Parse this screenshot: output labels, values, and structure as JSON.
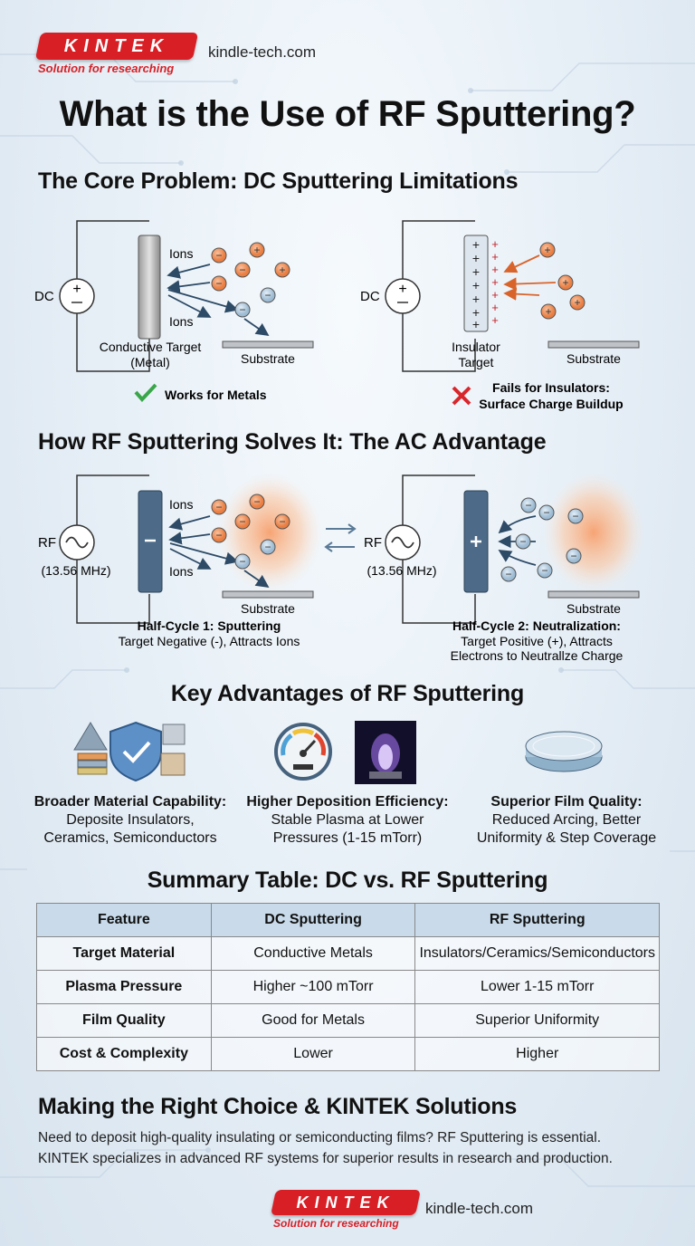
{
  "header": {
    "logo_text": "KINTEK",
    "logo_tagline": "Solution for researching",
    "website": "kindle-tech.com"
  },
  "title": "What is the Use of RF Sputtering?",
  "section1": {
    "heading": "The Core Problem: DC Sputtering Limitations",
    "left": {
      "source_label": "DC",
      "ions_label_top": "Ions",
      "ions_label_bottom": "Ions",
      "target_label_1": "Conductive Target",
      "target_label_2": "(Metal)",
      "substrate_label": "Substrate",
      "result": "Works for Metals"
    },
    "right": {
      "source_label": "DC",
      "target_label_1": "Insulator",
      "target_label_2": "Target",
      "substrate_label": "Substrate",
      "result_1": "Fails for Insulators:",
      "result_2": "Surface Charge Buildup"
    }
  },
  "section2": {
    "heading": "How RF Sputtering Solves It: The AC Advantage",
    "left": {
      "source_label": "RF",
      "frequency": "(13.56 MHz)",
      "ions_label_top": "Ions",
      "ions_label_bottom": "Ions",
      "substrate_label": "Substrate",
      "caption_title": "Half-Cycle 1: Sputtering",
      "caption_text": "Target Negative (-), Attracts Ions"
    },
    "right": {
      "source_label": "RF",
      "frequency": "(13.56 MHz)",
      "substrate_label": "Substrate",
      "caption_title": "Half-Cycle 2: Neutralization:",
      "caption_text_1": "Target Positive (+), Attracts",
      "caption_text_2": "Electrons to Neutrallze Charge"
    }
  },
  "section3": {
    "heading": "Key Advantages of RF Sputtering",
    "items": [
      {
        "title": "Broader Material Capability:",
        "line1": "Deposite Insulators,",
        "line2": "Ceramics, Semiconductors"
      },
      {
        "title": "Higher Deposition Efficiency:",
        "line1": "Stable Plasma at Lower",
        "line2": "Pressures (1-15 mTorr)"
      },
      {
        "title": "Superior Film Quality:",
        "line1": "Reduced Arcing, Better",
        "line2": "Uniformity & Step Coverage"
      }
    ]
  },
  "section4": {
    "heading": "Summary Table: DC vs. RF Sputtering",
    "columns": [
      "Feature",
      "DC Sputtering",
      "RF Sputtering"
    ],
    "rows": [
      [
        "Target Material",
        "Conductive Metals",
        "Insulators/Ceramics/Semiconductors"
      ],
      [
        "Plasma Pressure",
        "Higher ~100 mTorr",
        "Lower 1-15 mTorr"
      ],
      [
        "Film Quality",
        "Good for Metals",
        "Superior Uniformity"
      ],
      [
        "Cost & Complexity",
        "Lower",
        "Higher"
      ]
    ]
  },
  "section5": {
    "heading": "Making the Right Choice & KINTEK Solutions",
    "line1": "Need to deposit high-quality insulating or semiconducting films? RF Sputtering is essential.",
    "line2": "KINTEK specializes in advanced RF systems for superior results in research and production."
  },
  "footer": {
    "logo_text": "KINTEK",
    "logo_tagline": "Solution for researching",
    "website": "kindle-tech.com"
  },
  "colors": {
    "brand_red": "#d81f26",
    "ion_orange": "#f0925a",
    "electron_blue": "#a9c6dc",
    "target_blue": "#4d6b88",
    "check_green": "#3aa64a",
    "cross_red": "#d9262c"
  },
  "icons": [
    "check-icon",
    "cross-icon",
    "shield-check-icon",
    "gauge-icon",
    "plasma-glow-icon",
    "wafer-disc-icon",
    "rf-source-icon",
    "dc-source-icon",
    "swap-arrows-icon"
  ]
}
